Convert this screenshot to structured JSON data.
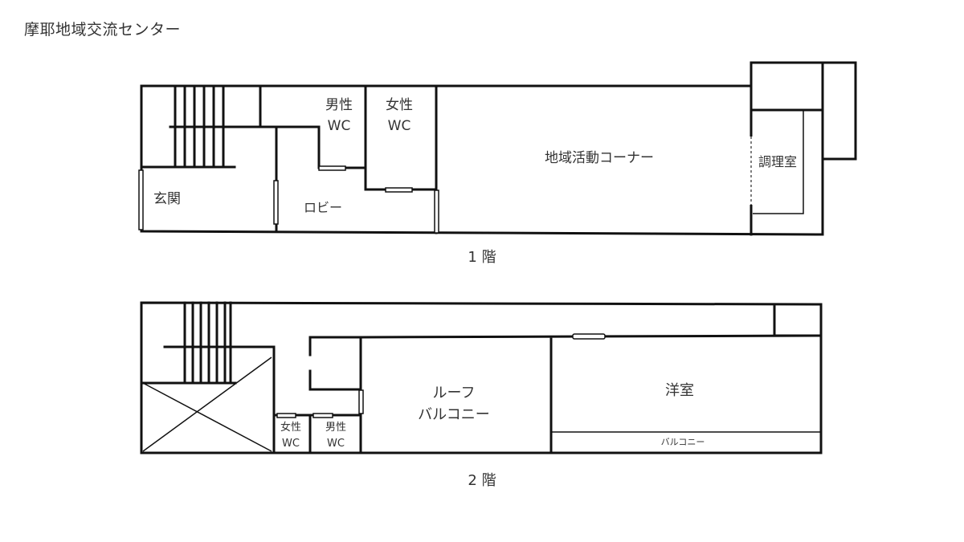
{
  "title": "摩耶地域交流センター",
  "floor1": {
    "label": "1 階",
    "rooms": {
      "entrance": "玄関",
      "lobby": "ロビー",
      "mens_wc_line1": "男性",
      "mens_wc_line2": "WC",
      "womens_wc_line1": "女性",
      "womens_wc_line2": "WC",
      "activity_corner": "地域活動コーナー",
      "cooking_room": "調理室"
    }
  },
  "floor2": {
    "label": "2 階",
    "rooms": {
      "womens_wc_line1": "女性",
      "womens_wc_line2": "WC",
      "mens_wc_line1": "男性",
      "mens_wc_line2": "WC",
      "roof_balcony_line1": "ルーフ",
      "roof_balcony_line2": "バルコニー",
      "western_room": "洋室",
      "balcony": "バルコニー"
    }
  }
}
